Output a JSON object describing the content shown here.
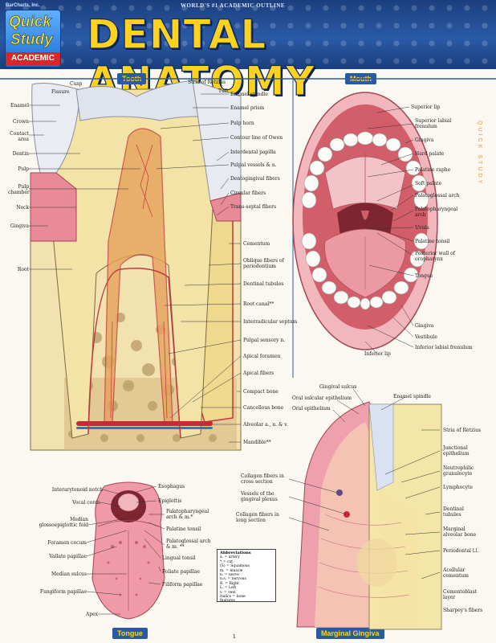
{
  "header": {
    "publisher": "BarCharts, Inc.",
    "tagline": "WORLD'S #1 ACADEMIC OUTLINE",
    "brand_line1": "Quick",
    "brand_line2": "Study",
    "brand_line3": "ACADEMIC",
    "title": "DENTAL ANATOMY"
  },
  "sections": {
    "tooth": "Tooth",
    "mouth": "Mouth",
    "tongue": "Tongue",
    "gingiva": "Marginal Gingiva"
  },
  "tooth_labels_left": [
    "Enamel",
    "Crown",
    "Contact area",
    "Dentin",
    "Pulp",
    "Pulp chamber",
    "Neck",
    "Gingiva",
    "Root"
  ],
  "tooth_labels_top": [
    "Cusp",
    "Fissure",
    "Stria of Retzius",
    "Tuft"
  ],
  "tooth_labels_right": [
    "Enamel spindle",
    "Enamel prism",
    "Pulp horn",
    "Contour line of Owen",
    "Interdental papilla",
    "Pulpal vessels & n.",
    "Dentogingival fibers",
    "Circular fibers",
    "Trans-septal fibers",
    "Cementum",
    "Oblique fibers of periodontium",
    "Dentinal tubules",
    "Root canal**",
    "Interradicular septum",
    "Pulpal sensory n.",
    "Apical foramen",
    "Apical fibers",
    "Compact bone",
    "Cancellous bone",
    "Alveolar a., n. & v.",
    "Mandible**"
  ],
  "mouth_labels": [
    "Superior lip",
    "Superior labial frenulum",
    "Gingiva",
    "Hard palate",
    "Palatine raphe",
    "Soft palate",
    "Palatoglossal arch",
    "Palatopharyngeal arch",
    "Uvula",
    "Palatine tonsil",
    "Posterior wall of oropharynx",
    "Tongue",
    "Gingiva",
    "Vestibule",
    "Inferior labial frenulum",
    "Inferior lip"
  ],
  "tongue_labels_left": [
    "Interarytenoid notch",
    "Vocal cords",
    "Median glossoepiglottic fold",
    "Foramen cecum",
    "Vallate papillae",
    "Median sulcus",
    "Fungiform papillae",
    "Apex"
  ],
  "tongue_labels_right": [
    "Esophagus",
    "Epiglottis",
    "Palatopharyngeal arch & m.*",
    "Palatine tonsil",
    "Palatoglossal arch & m. **",
    "Lingual tonsil",
    "Foliate papillae",
    "Filiform papillae"
  ],
  "gingiva_labels_top": [
    "Gingival sulcus",
    "Oral sulcular epithelium",
    "Oral epithelium",
    "Enamel spindle"
  ],
  "gingiva_labels_left": [
    "Collagen fibers in cross section",
    "Vessels of the gingival plexus",
    "Collagen fibers in long section"
  ],
  "gingiva_labels_right": [
    "Stria of Retzius",
    "Junctional epithelium",
    "Neutrophilic granulocyte",
    "Lymphocyte",
    "Dentinal tubules",
    "Marginal alveolar bone",
    "Periodontal l.l.",
    "Acellular cementum",
    "Cementoblast layer",
    "Sharpey's fibers"
  ],
  "abbreviations": {
    "title": "Abbreviations",
    "items": [
      "a. = artery",
      "* = cut",
      "(S) = Squamous",
      "m. = muscle",
      "n. = nerve",
      "n.s. = nervous",
      "R. = Right",
      "L. = Left",
      "v. = vein",
      "Italics = bone",
      "features"
    ]
  },
  "side_stamp": "QUICK STUDY",
  "footer_page": "1",
  "colors": {
    "banner": "#2a5aa6",
    "title": "#ffd21f",
    "enamel": "#e9ecf2",
    "dentin": "#f3e3a6",
    "bone": "#f2e2b0",
    "gum": "#e98a98",
    "blood": "#c62a36"
  }
}
